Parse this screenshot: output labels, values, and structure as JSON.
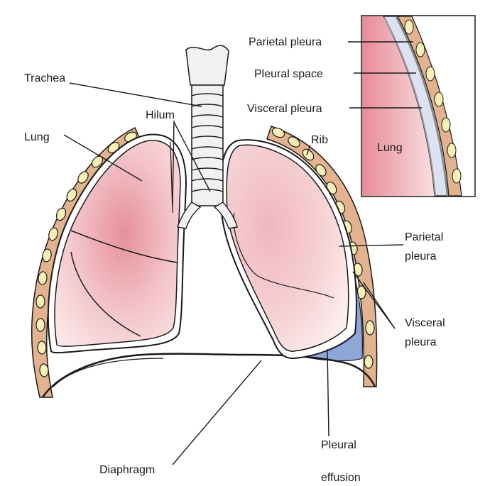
{
  "labels": {
    "trachea": "Trachea",
    "hilum": "Hilum",
    "lung": "Lung",
    "rib": "Rib",
    "parietal_pleura_1": "Parietal",
    "parietal_pleura_2": "pleura",
    "visceral_pleura_1": "Visceral",
    "visceral_pleura_2": "pleura",
    "diaphragm": "Diaphragm",
    "effusion_1": "Pleural",
    "effusion_2": "effusion"
  },
  "inset": {
    "parietal_pleura": "Parietal pleura",
    "pleural_space": "Pleural space",
    "visceral_pleura": "Visceral pleura",
    "lung": "Lung"
  },
  "colors": {
    "lung_fill": "#f4c9cc",
    "lung_dark": "#e98f9a",
    "effusion": "#8ea6d8",
    "rib_band": "#e3b28e",
    "rib_bone": "#f7efb6",
    "trachea": "#f1f1f1",
    "line": "#1a1a1a",
    "pleural_space": "#dce2f1"
  }
}
